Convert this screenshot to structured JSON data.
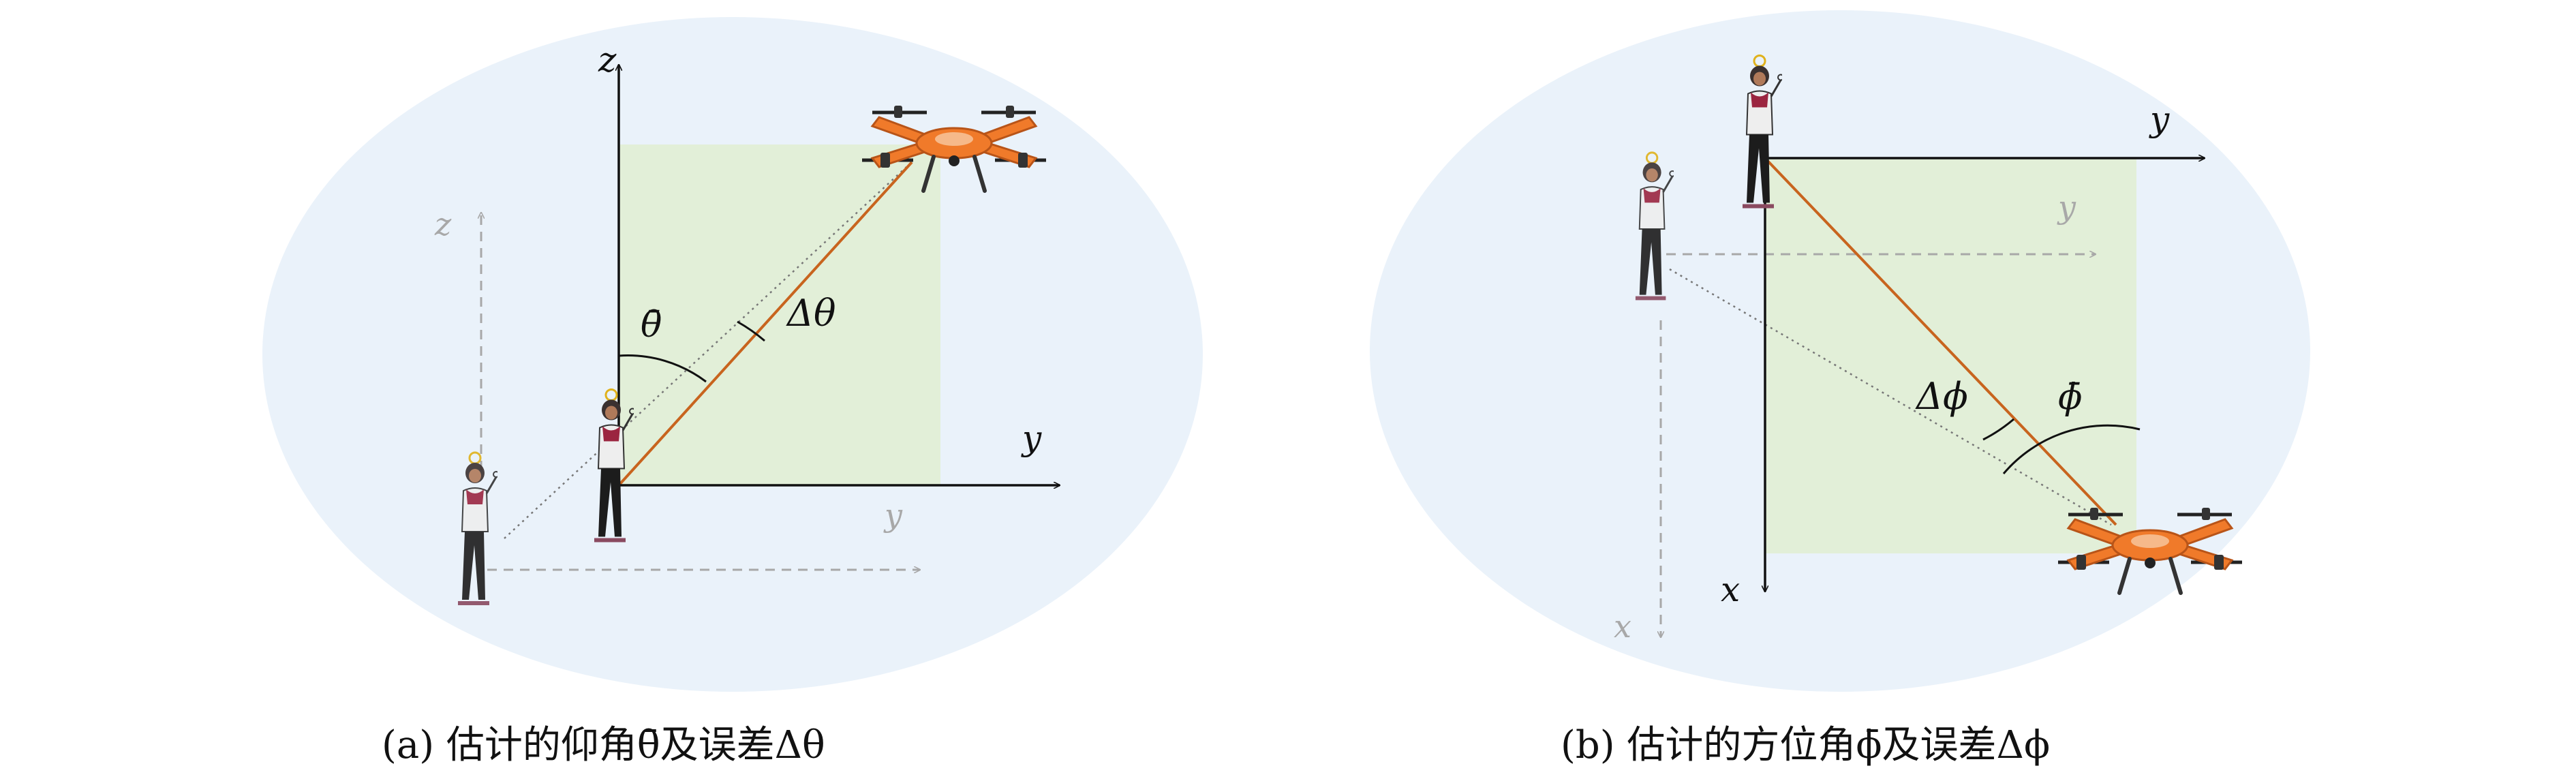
{
  "panel_a": {
    "axis_z": "z",
    "axis_y": "y",
    "ghost_axis_z": "z",
    "ghost_axis_y": "y",
    "angle_est": "θ̄",
    "angle_err": "Δθ",
    "caption": "(a) 估计的仰角θ̄及误差Δθ"
  },
  "panel_b": {
    "axis_y": "y",
    "axis_x": "x",
    "ghost_axis_y": "y",
    "ghost_axis_x": "x",
    "angle_est": "ϕ̄",
    "angle_err": "Δϕ",
    "caption": "(b) 估计的方位角ϕ̄及误差Δϕ"
  },
  "colors": {
    "ellipse": "#eaf2fa",
    "plane": "#e2efd8",
    "drone": "#f07a2a",
    "line": "#c8641e",
    "axis": "#111111",
    "ghost": "#a8a8a8"
  }
}
